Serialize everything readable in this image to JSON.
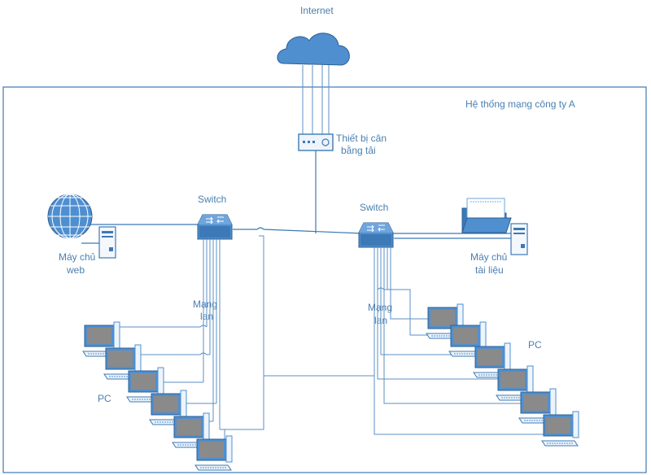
{
  "labels": {
    "internet": "Internet",
    "company_network": "Hệ thống mạng công ty A",
    "load_balancer_line1": "Thiết bị cân",
    "load_balancer_line2": "bằng tải",
    "switch_left": "Switch",
    "switch_right": "Switch",
    "web_server_line1": "Máy chủ",
    "web_server_line2": "web",
    "file_server_line1": "Máy chủ",
    "file_server_line2": "tài liệu",
    "lan_left_line1": "Mạng",
    "lan_left_line2": "lan",
    "lan_right_line1": "Mạng",
    "lan_right_line2": "lan",
    "pc_left": "PC",
    "pc_right": "PC"
  },
  "icons": {
    "cloud": "cloud-icon",
    "load_balancer": "load-balancer-icon",
    "switch": "network-switch-icon",
    "globe": "globe-icon",
    "folder": "folder-icon",
    "server": "server-tower-icon",
    "pc": "desktop-computer-icon"
  },
  "colors": {
    "line": "#3c79b6",
    "accent": "#4f8fd0",
    "label": "#4a7fb0",
    "pc_screen": "#8a8a8a"
  }
}
